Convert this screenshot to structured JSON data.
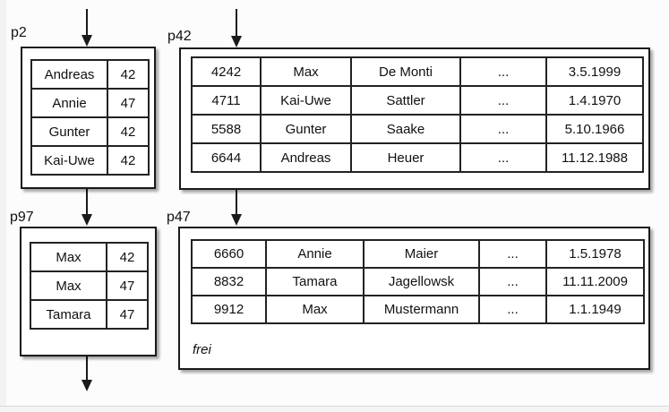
{
  "diagram": {
    "title_hint": "B-tree index pages pointing to data pages",
    "colors": {
      "border": "#1a1a1a",
      "background": "#fcfcfc",
      "side_strip": "#f2f2f2",
      "footer_strip": "#f4f4f4",
      "footer_line": "#d9d9d9"
    },
    "boxes": {
      "p2": {
        "label": "p2",
        "rows": [
          [
            "Andreas",
            "42"
          ],
          [
            "Annie",
            "47"
          ],
          [
            "Gunter",
            "42"
          ],
          [
            "Kai-Uwe",
            "42"
          ]
        ]
      },
      "p42": {
        "label": "p42",
        "rows": [
          [
            "4242",
            "Max",
            "De Monti",
            "...",
            "3.5.1999"
          ],
          [
            "4711",
            "Kai-Uwe",
            "Sattler",
            "...",
            "1.4.1970"
          ],
          [
            "5588",
            "Gunter",
            "Saake",
            "...",
            "5.10.1966"
          ],
          [
            "6644",
            "Andreas",
            "Heuer",
            "...",
            "11.12.1988"
          ]
        ]
      },
      "p97": {
        "label": "p97",
        "rows": [
          [
            "Max",
            "42"
          ],
          [
            "Max",
            "47"
          ],
          [
            "Tamara",
            "47"
          ]
        ]
      },
      "p47": {
        "label": "p47",
        "rows": [
          [
            "6660",
            "Annie",
            "Maier",
            "...",
            "1.5.1978"
          ],
          [
            "8832",
            "Tamara",
            "Jagellowsk",
            "...",
            "11.11.2009"
          ],
          [
            "9912",
            "Max",
            "Mustermann",
            "...",
            "1.1.1949"
          ]
        ],
        "free_label": "frei"
      }
    }
  }
}
